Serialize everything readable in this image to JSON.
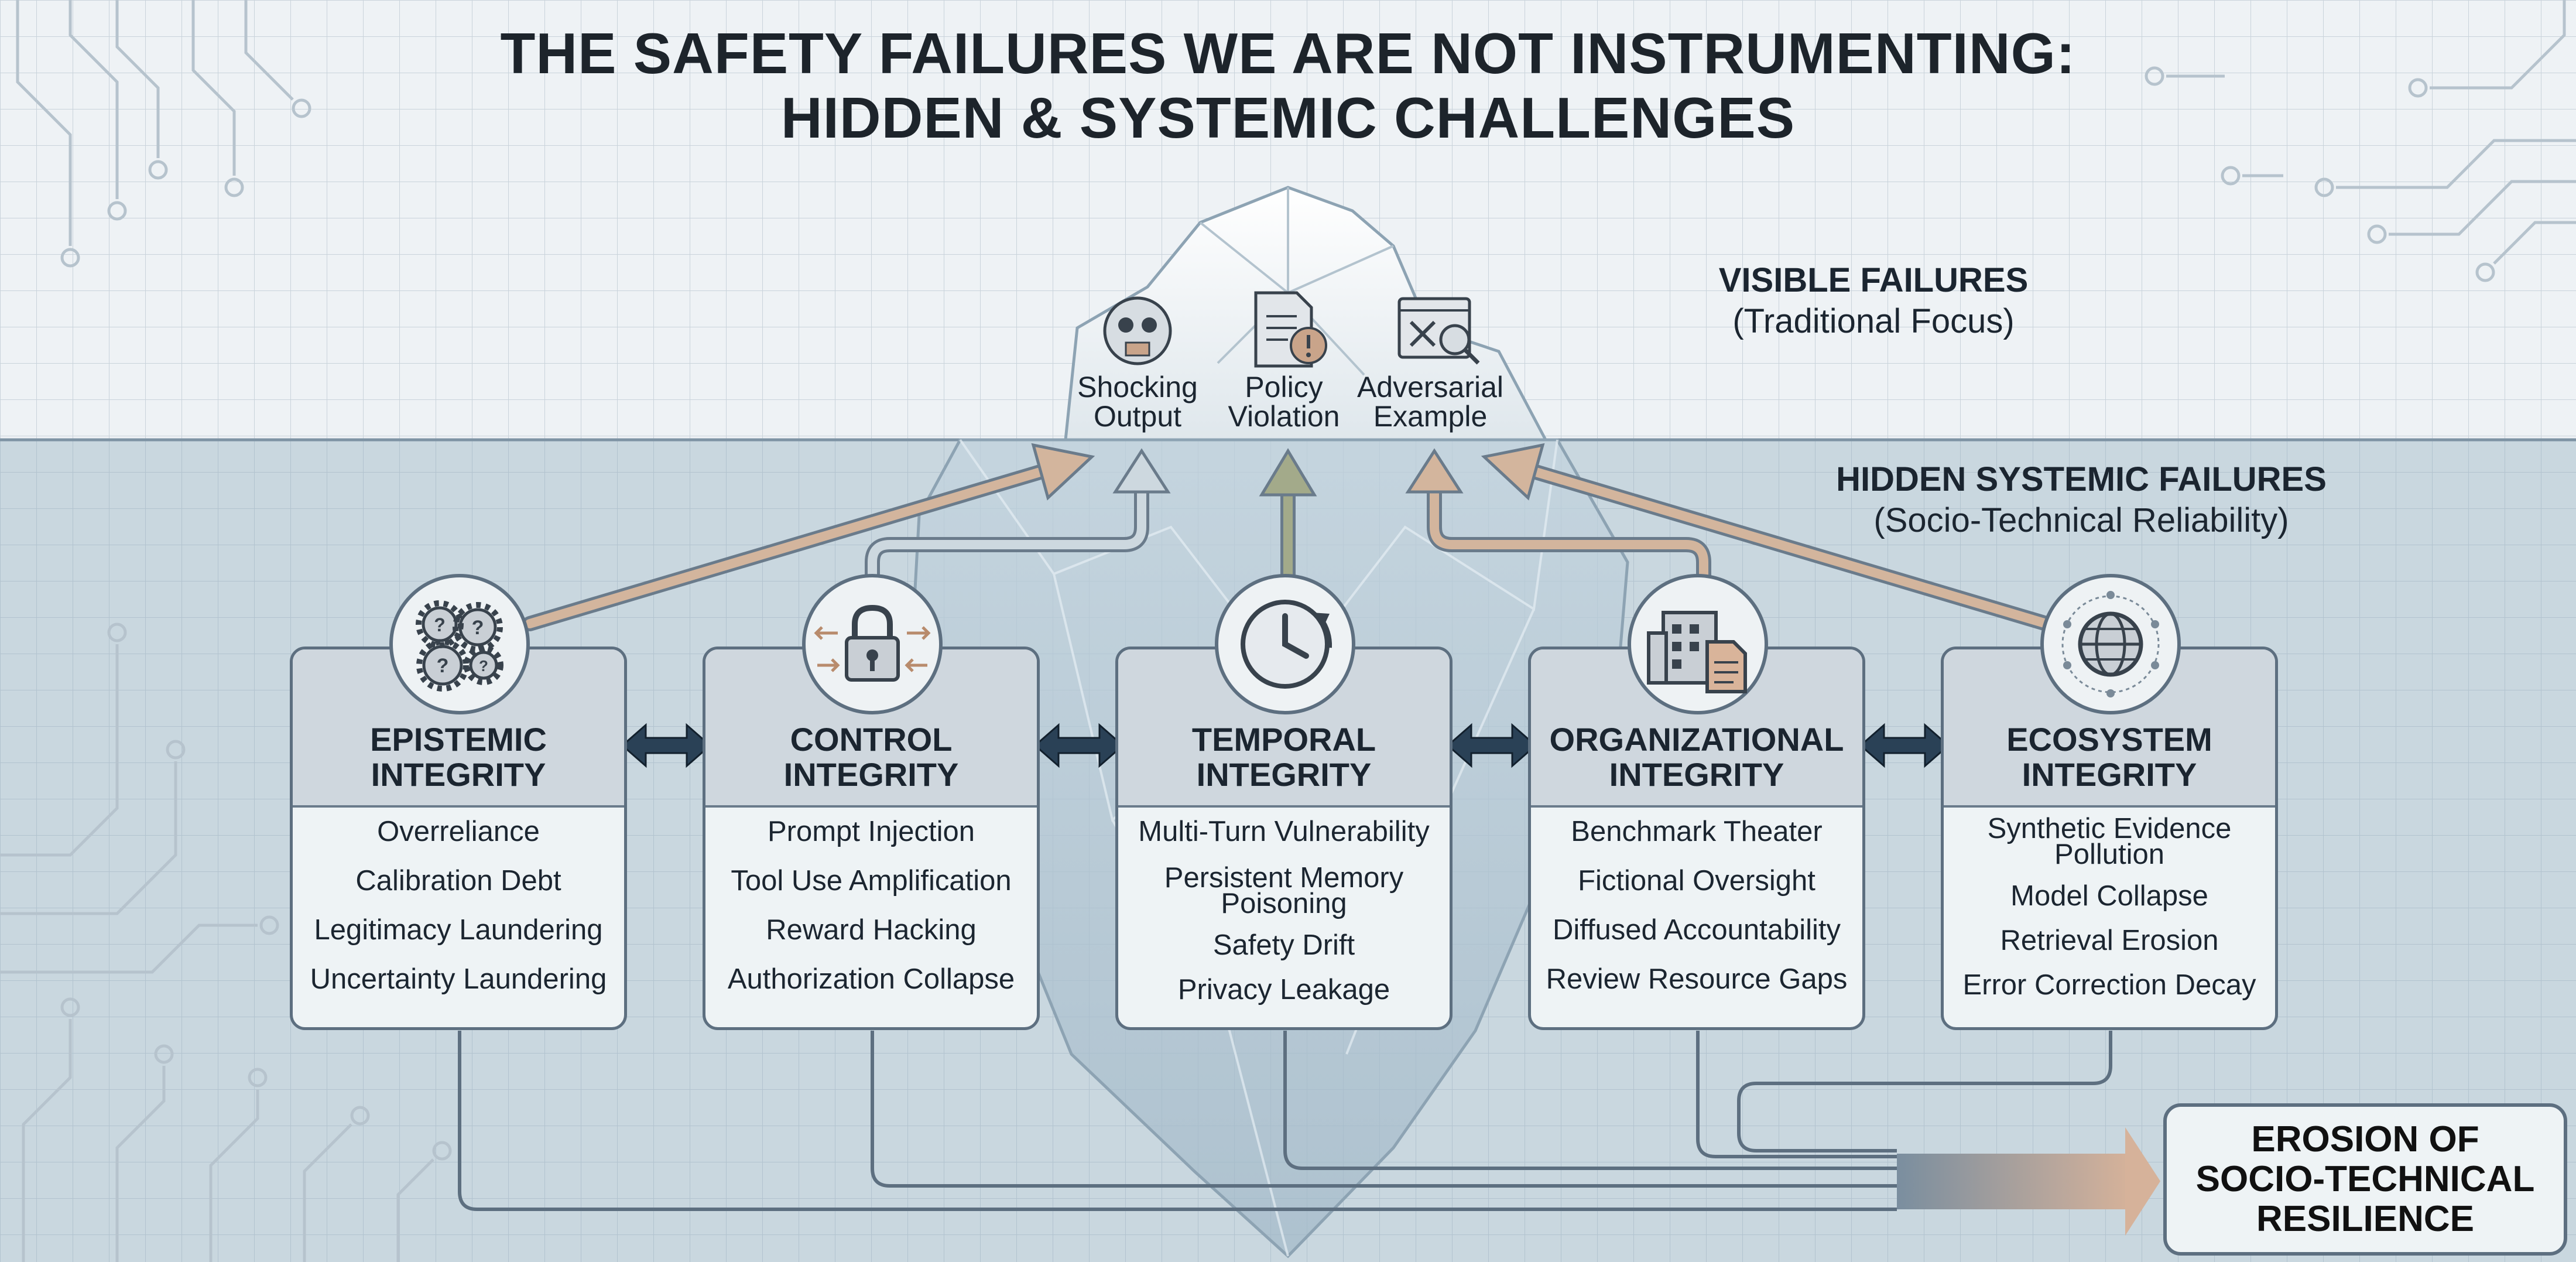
{
  "title": {
    "line1": "THE SAFETY FAILURES WE ARE NOT INSTRUMENTING:",
    "line2": "HIDDEN & SYSTEMIC CHALLENGES"
  },
  "visible": {
    "heading": "VISIBLE FAILURES",
    "subheading": "(Traditional Focus)",
    "items": [
      {
        "line1": "Shocking",
        "line2": "Output",
        "icon": "skull-icon"
      },
      {
        "line1": "Policy",
        "line2": "Violation",
        "icon": "document-warning-icon"
      },
      {
        "line1": "Adversarial",
        "line2": "Example",
        "icon": "browser-magnifier-icon"
      }
    ]
  },
  "hidden": {
    "heading": "HIDDEN SYSTEMIC FAILURES",
    "subheading": "(Socio-Technical Reliability)"
  },
  "categories": [
    {
      "title1": "EPISTEMIC",
      "title2": "INTEGRITY",
      "icon": "gears-question-icon",
      "items": [
        "Overreliance",
        "Calibration Debt",
        "Legitimacy Laundering",
        "Uncertainty Laundering"
      ]
    },
    {
      "title1": "CONTROL",
      "title2": "INTEGRITY",
      "icon": "padlock-icon",
      "items": [
        "Prompt Injection",
        "Tool Use Amplification",
        "Reward Hacking",
        "Authorization Collapse"
      ]
    },
    {
      "title1": "TEMPORAL",
      "title2": "INTEGRITY",
      "icon": "clock-icon",
      "items": [
        "Multi-Turn Vulnerability",
        "Persistent Memory Poisoning",
        "Safety Drift",
        "Privacy Leakage"
      ]
    },
    {
      "title1": "ORGANIZATIONAL",
      "title2": "INTEGRITY",
      "icon": "building-document-icon",
      "items": [
        "Benchmark Theater",
        "Fictional Oversight",
        "Diffused Accountability",
        "Review Resource Gaps"
      ]
    },
    {
      "title1": "ECOSYSTEM",
      "title2": "INTEGRITY",
      "icon": "globe-network-icon",
      "items": [
        "Synthetic Evidence Pollution",
        "Model Collapse",
        "Retrieval Erosion",
        "Error Correction Decay"
      ]
    }
  ],
  "result": {
    "line1": "EROSION OF",
    "line2": "SOCIO-TECHNICAL",
    "line3": "RESILIENCE"
  },
  "colors": {
    "sky": "#eef2f5",
    "water": "#c9d7df",
    "box_border": "#5d6f80",
    "box_header": "#cfd7de",
    "arrow_tan": "#d3b59d",
    "arrow_olive": "#a3aa8a",
    "double_arrow": "#2a4156"
  }
}
